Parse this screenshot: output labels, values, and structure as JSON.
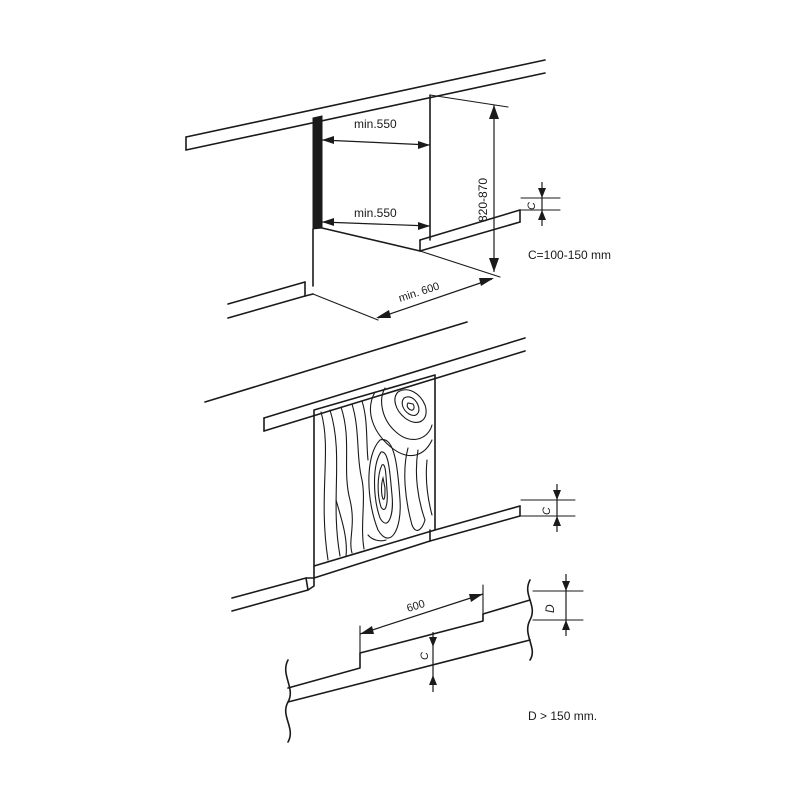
{
  "top_diagram": {
    "labels": {
      "width_top": "min.550",
      "width_bottom": "min.550",
      "height": "820-870",
      "depth": "min. 600",
      "c_top": "C"
    }
  },
  "middle_diagram": {
    "labels": {
      "c_mid": "C"
    }
  },
  "bottom_diagram": {
    "labels": {
      "width": "600",
      "c_bottom": "C",
      "d": "D"
    }
  },
  "notes": {
    "c_range": "C=100-150 mm",
    "d_min": "D > 150 mm."
  }
}
